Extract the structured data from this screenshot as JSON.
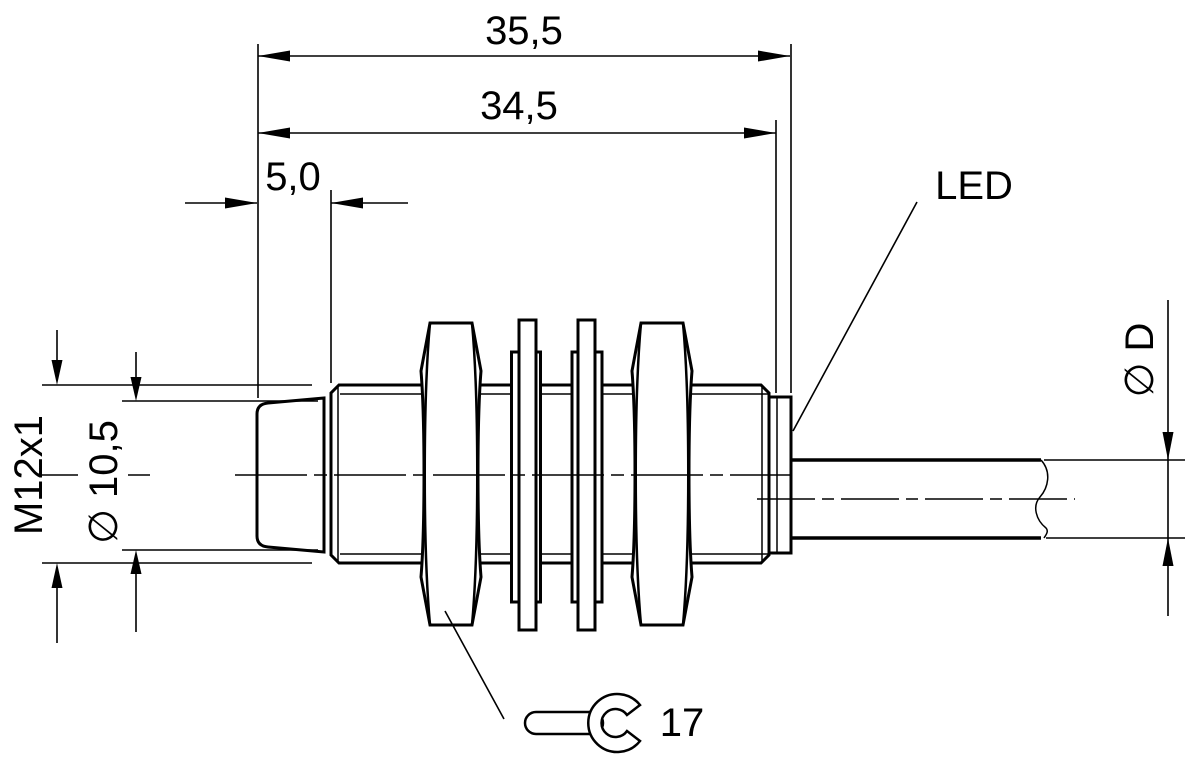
{
  "drawing": {
    "type": "technical-dimension-drawing",
    "subject": "M12 barrel sensor with hex nuts, washers and axial cable",
    "background_color": "#ffffff",
    "line_color": "#000000",
    "dimensions": {
      "total_length": "35,5",
      "body_length": "34,5",
      "head_length": "5,0",
      "thread_spec": "M12x1",
      "head_diameter": "∅ 10,5",
      "cable_diameter": "∅ D",
      "wrench_size": "17"
    },
    "labels": {
      "led": "LED"
    }
  }
}
